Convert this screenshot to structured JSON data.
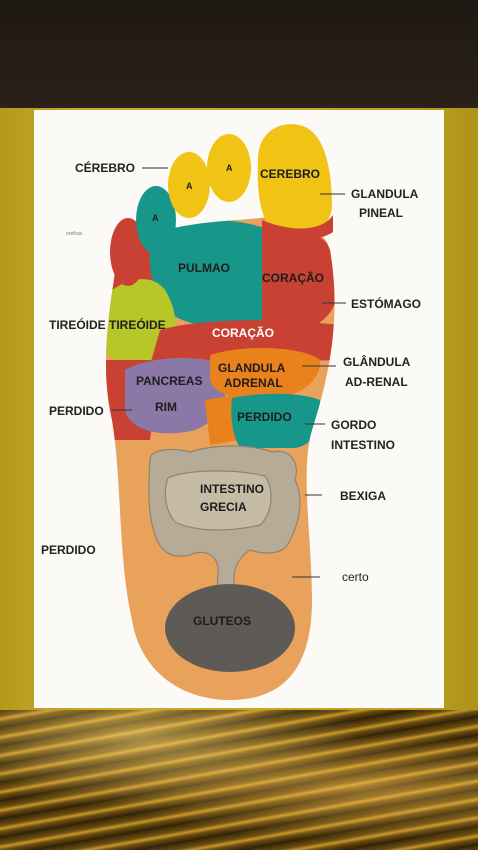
{
  "labels": {
    "cerebro_left": "CÉREBRO",
    "cerebro_toe": "CEREBRO",
    "glandula_pineal_1": "GLANDULA",
    "glandula_pineal_2": "PINEAL",
    "pulmao": "PULMAO",
    "coracao_upper": "CORAÇÃO",
    "estomago": "ESTÓMAGO",
    "tireoide": "TIREÓIDE TIREÓIDE",
    "coracao_lower": "CORAÇÃO",
    "glandula_adrenal_1": "GLANDULA",
    "glandula_adrenal_2": "ADRENAL",
    "glandula_adrenal_right_1": "GLÂNDULA",
    "glandula_adrenal_right_2": "AD-RENAL",
    "pancreas": "PANCREAS",
    "rim": "RIM",
    "perdido_left": "PERDIDO",
    "perdido_inner": "PERDIDO",
    "gordo_intestino_1": "GORDO",
    "gordo_intestino_2": "INTESTINO",
    "intestino_grecia_1": "INTESTINO",
    "intestino_grecia_2": "GRECIA",
    "bexiga": "BEXIGA",
    "perdido_bottom_left": "PERDIDO",
    "certo": "certo",
    "gluteos": "GLUTEOS",
    "toe_a_1": "A",
    "toe_a_2": "A",
    "toe_a_3": "A",
    "tiny_left": "orelhas"
  },
  "colors": {
    "skin": "#e9a25c",
    "yellow": "#f1c315",
    "teal": "#17978a",
    "red": "#c94133",
    "lime": "#b7c72a",
    "orange": "#e9821c",
    "purple": "#8b78a6",
    "intestine": "#b5ab97",
    "gluteos": "#5e5a56",
    "gold": "#c9ad2a"
  }
}
